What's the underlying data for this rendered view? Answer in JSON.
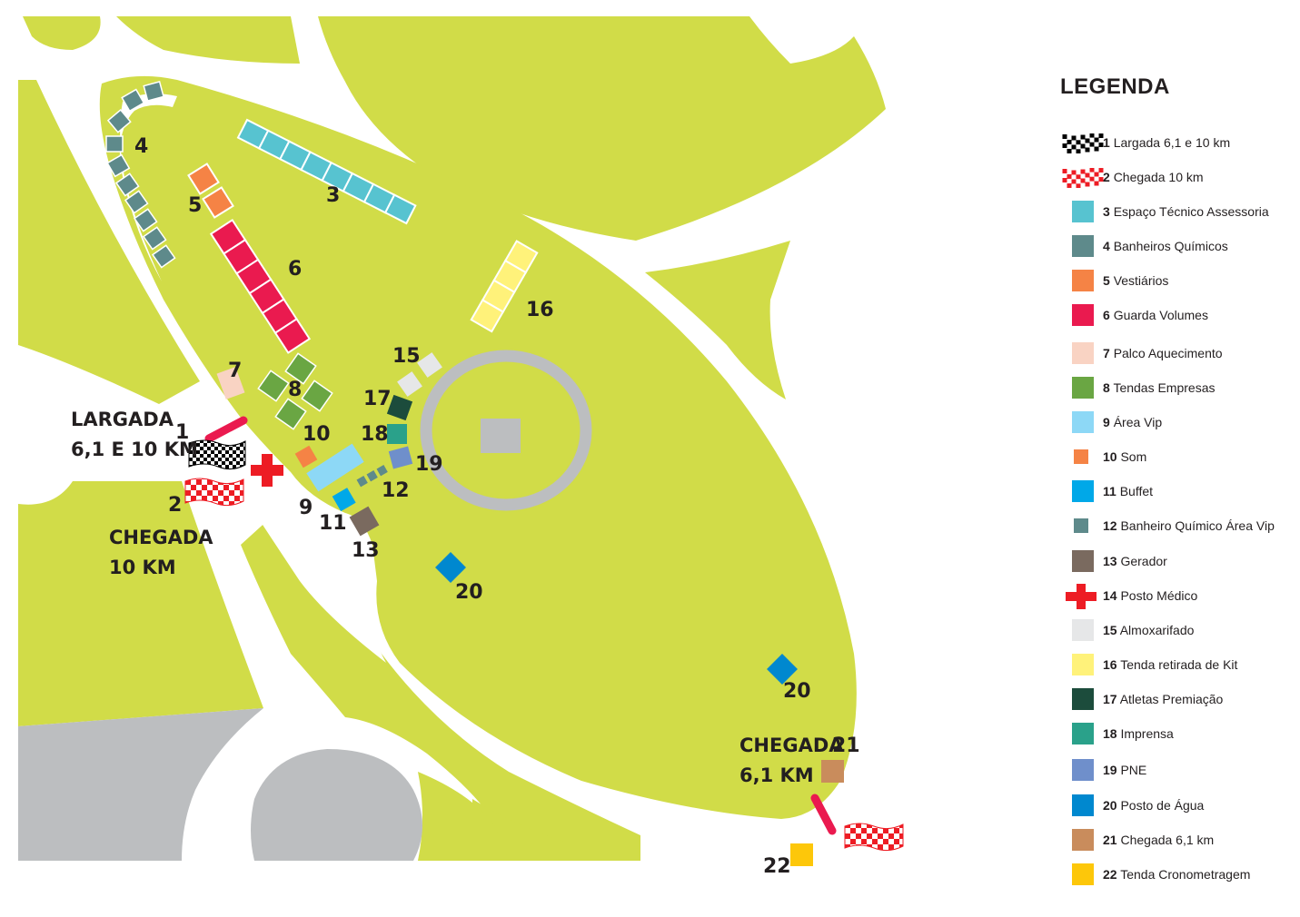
{
  "map": {
    "colors": {
      "grass": "#d1dc48",
      "road": "#ffffff",
      "plaza": "#bcbec0",
      "text": "#231f20"
    },
    "labels": {
      "largada": [
        "LARGADA",
        "6,1 E 10 KM"
      ],
      "chegada10": [
        "CHEGADA",
        "10 KM"
      ],
      "chegada61": [
        "CHEGADA",
        "6,1 KM"
      ]
    },
    "numbers": {
      "n1": "1",
      "n2": "2",
      "n3": "3",
      "n4": "4",
      "n5": "5",
      "n6": "6",
      "n7": "7",
      "n8": "8",
      "n9": "9",
      "n10": "10",
      "n11": "11",
      "n12": "12",
      "n13": "13",
      "n15": "15",
      "n16": "16",
      "n17": "17",
      "n18": "18",
      "n19": "19",
      "n20a": "20",
      "n20b": "20",
      "n21": "21",
      "n22": "22"
    }
  },
  "legend": {
    "title": "LEGENDA",
    "items": [
      {
        "num": "1",
        "label": "Largada 6,1 e 10 km",
        "symbol": "flag-checkered-black",
        "color": "#000000"
      },
      {
        "num": "2",
        "label": "Chegada 10 km",
        "symbol": "flag-checkered-red",
        "color": "#ed1c24"
      },
      {
        "num": "3",
        "label": "Espaço Técnico Assessoria",
        "symbol": "square",
        "color": "#57c3d0"
      },
      {
        "num": "4",
        "label": "Banheiros Químicos",
        "symbol": "square",
        "color": "#5e8a8b"
      },
      {
        "num": "5",
        "label": "Vestiários",
        "symbol": "square",
        "color": "#f58345"
      },
      {
        "num": "6",
        "label": "Guarda Volumes",
        "symbol": "square",
        "color": "#ea1a4f"
      },
      {
        "num": "7",
        "label": "Palco Aquecimento",
        "symbol": "square",
        "color": "#f9d3c3"
      },
      {
        "num": "8",
        "label": "Tendas Empresas",
        "symbol": "square",
        "color": "#6aa643"
      },
      {
        "num": "9",
        "label": "Área Vip",
        "symbol": "square",
        "color": "#8dd8f6"
      },
      {
        "num": "10",
        "label": "Som",
        "symbol": "square-small",
        "color": "#f58345"
      },
      {
        "num": "11",
        "label": "Buffet",
        "symbol": "square",
        "color": "#00a8e8"
      },
      {
        "num": "12",
        "label": "Banheiro Químico Área Vip",
        "symbol": "square-small",
        "color": "#5e8a8b"
      },
      {
        "num": "13",
        "label": "Gerador",
        "symbol": "square",
        "color": "#7a6a5f"
      },
      {
        "num": "14",
        "label": "Posto Médico",
        "symbol": "cross",
        "color": "#ed1c24"
      },
      {
        "num": "15",
        "label": "Almoxarifado",
        "symbol": "square",
        "color": "#e6e7e8"
      },
      {
        "num": "16",
        "label": "Tenda retirada de Kit",
        "symbol": "square",
        "color": "#fff27a"
      },
      {
        "num": "17",
        "label": "Atletas Premiação",
        "symbol": "square",
        "color": "#1c4c3c"
      },
      {
        "num": "18",
        "label": "Imprensa",
        "symbol": "square",
        "color": "#2aa18a"
      },
      {
        "num": "19",
        "label": "PNE",
        "symbol": "square",
        "color": "#6f8fcb"
      },
      {
        "num": "20",
        "label": "Posto de Água",
        "symbol": "square",
        "color": "#0088cf"
      },
      {
        "num": "21",
        "label": "Chegada 6,1 km",
        "symbol": "square",
        "color": "#c98c5c"
      },
      {
        "num": "22",
        "label": "Tenda Cronometragem",
        "symbol": "square",
        "color": "#fdc70a"
      }
    ]
  }
}
